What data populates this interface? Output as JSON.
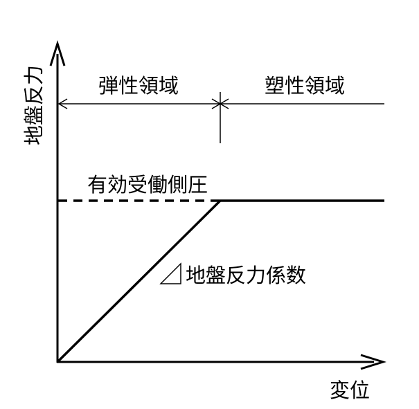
{
  "diagram": {
    "y_axis_label": "地盤反力",
    "x_axis_label": "変位",
    "elastic_region": "弾性領域",
    "plastic_region": "塑性領域",
    "effective_passive_pressure": "有効受働側圧",
    "subgrade_reaction_coefficient": "地盤反力係数"
  },
  "colors": {
    "line": "#000000",
    "background": "#ffffff"
  }
}
